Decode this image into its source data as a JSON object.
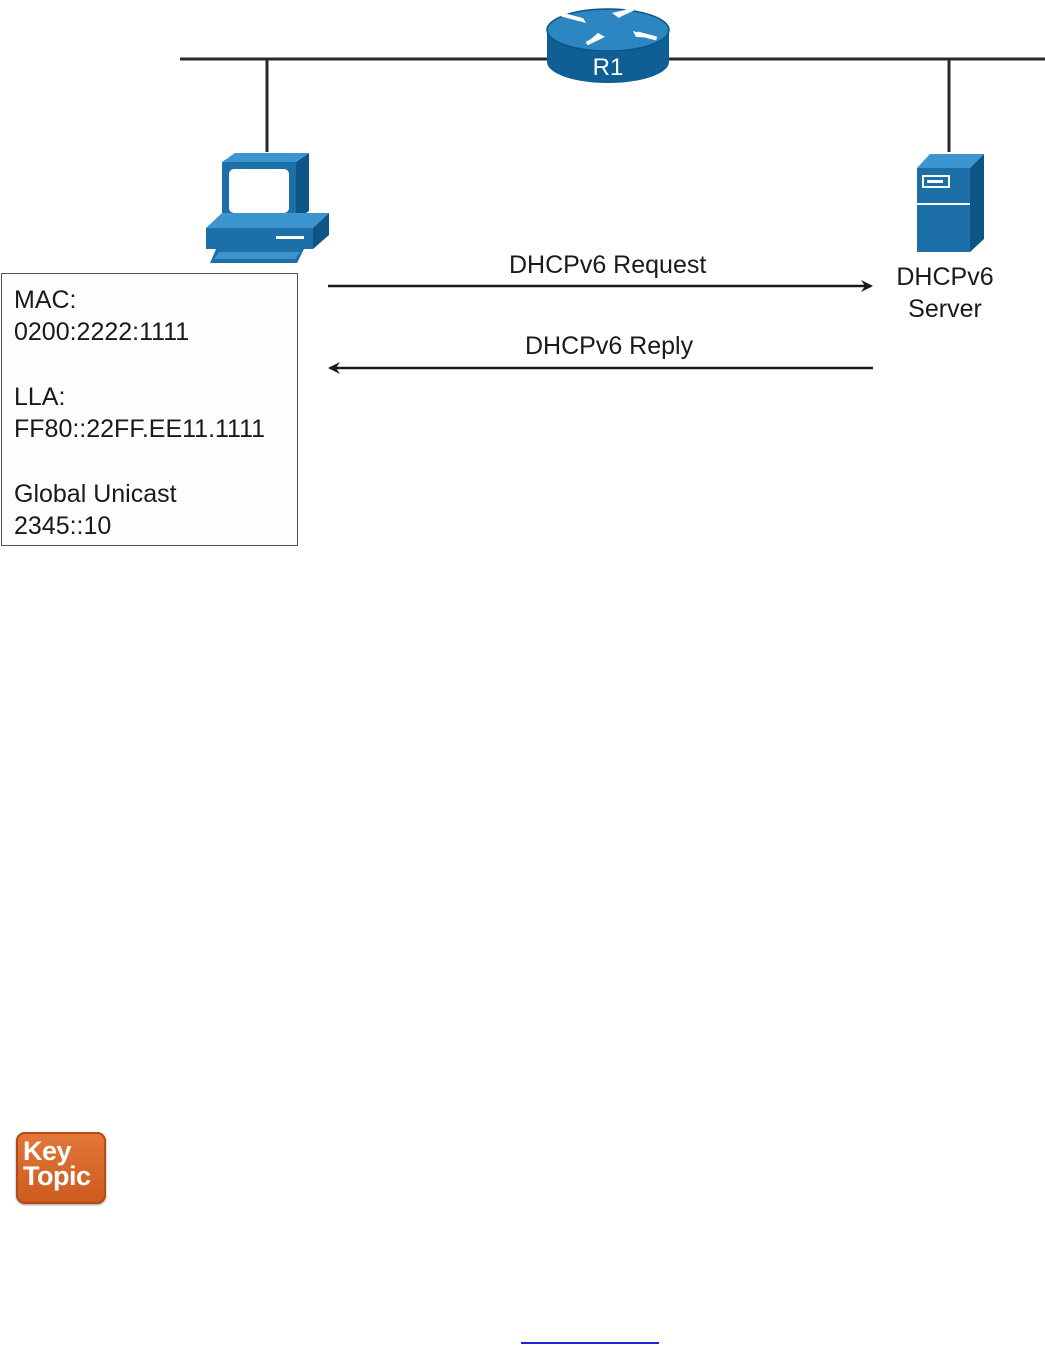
{
  "router": {
    "label": "R1",
    "icon": "router-icon",
    "color": "#1d6fa8"
  },
  "host": {
    "icon": "desktop-computer-icon",
    "color": "#1d6fa8",
    "info": {
      "mac_label": "MAC:",
      "mac_value": "0200:2222:1111",
      "lla_label": "LLA:",
      "lla_value": "FF80::22FF.EE11.1111",
      "gua_label": "Global Unicast",
      "gua_value": "2345::10"
    }
  },
  "server": {
    "icon": "server-tower-icon",
    "color": "#1d6fa8",
    "label_line1": "DHCPv6",
    "label_line2": "Server"
  },
  "messages": {
    "request": "DHCPv6 Request",
    "reply": "DHCPv6 Reply"
  },
  "badge": {
    "line1": "Key",
    "line2": "Topic",
    "color": "#d9662a"
  }
}
